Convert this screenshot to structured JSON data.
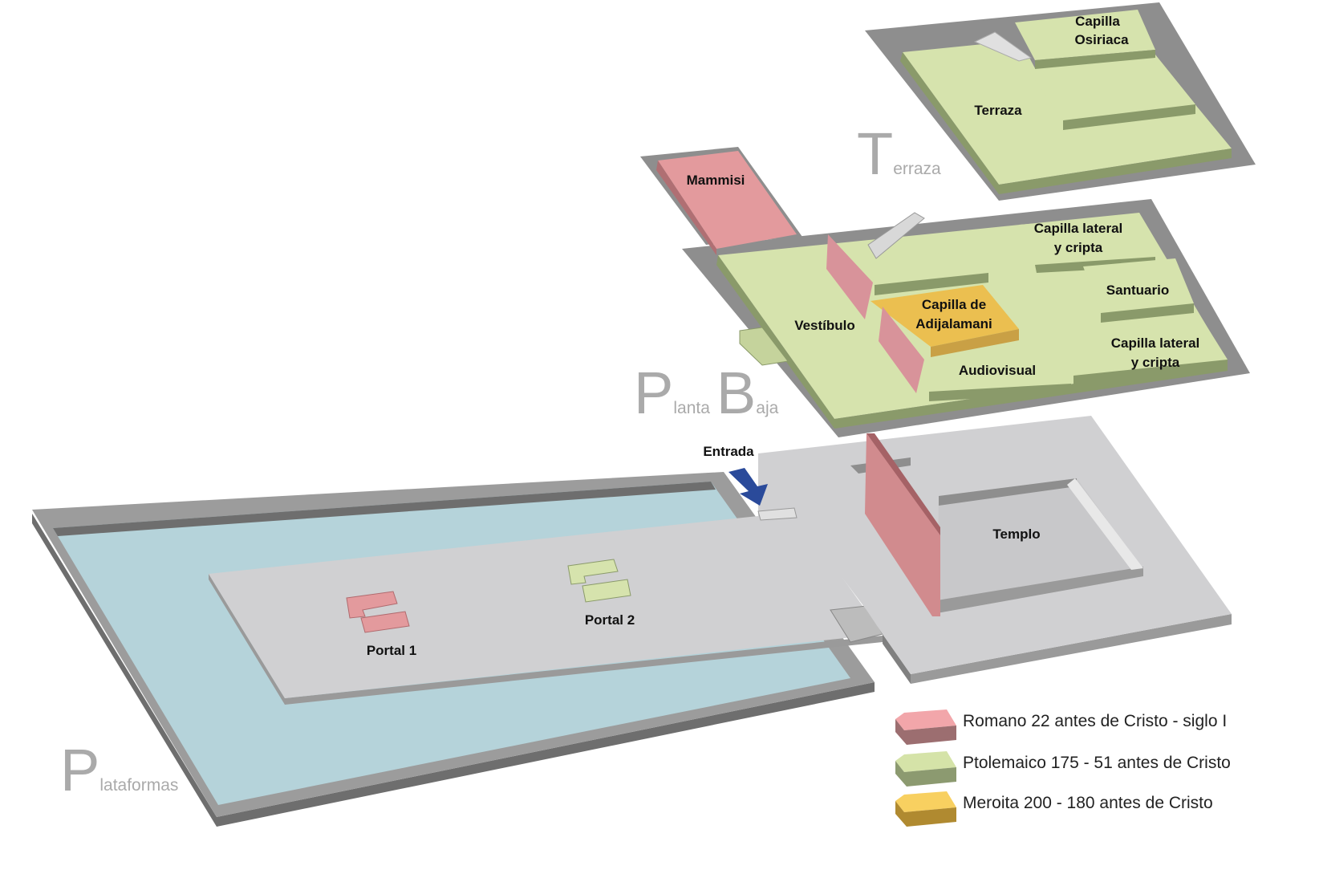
{
  "levels": {
    "terrace": {
      "initial": "T",
      "rest": "erraza"
    },
    "ground": {
      "initial1": "P",
      "rest1": "lanta",
      "initial2": "B",
      "rest2": "aja"
    },
    "platforms": {
      "initial": "P",
      "rest": "lataformas"
    }
  },
  "rooms": {
    "capilla_osiriaca": [
      "Capilla",
      "Osiriaca"
    ],
    "terraza": "Terraza",
    "mammisi": "Mammisi",
    "capilla_lateral_1": [
      "Capilla lateral",
      "y cripta"
    ],
    "santuario": "Santuario",
    "vestibulo": "Vestíbulo",
    "capilla_adijalamani": [
      "Capilla de",
      "Adijalamani"
    ],
    "audiovisual": "Audiovisual",
    "capilla_lateral_2": [
      "Capilla lateral",
      "y cripta"
    ],
    "entrada": "Entrada",
    "templo": "Templo",
    "portal1": "Portal 1",
    "portal2": "Portal 2"
  },
  "legend": [
    {
      "label": "Romano 22 antes de Cristo - siglo I",
      "color": "#f2a6aa"
    },
    {
      "label": "Ptolemaico 175 - 51 antes de Cristo",
      "color": "#d5e3a8"
    },
    {
      "label": "Meroita 200 - 180 antes de Cristo",
      "color": "#f8d060"
    }
  ],
  "colors": {
    "roman": "#e39a9d",
    "ptolemaic": "#d6e3ad",
    "meroitic": "#ebbf50",
    "water": "#b5d3da",
    "stone": "#d0d0d2",
    "frame": "#8d8d8d",
    "arrow": "#2a4a9a"
  }
}
